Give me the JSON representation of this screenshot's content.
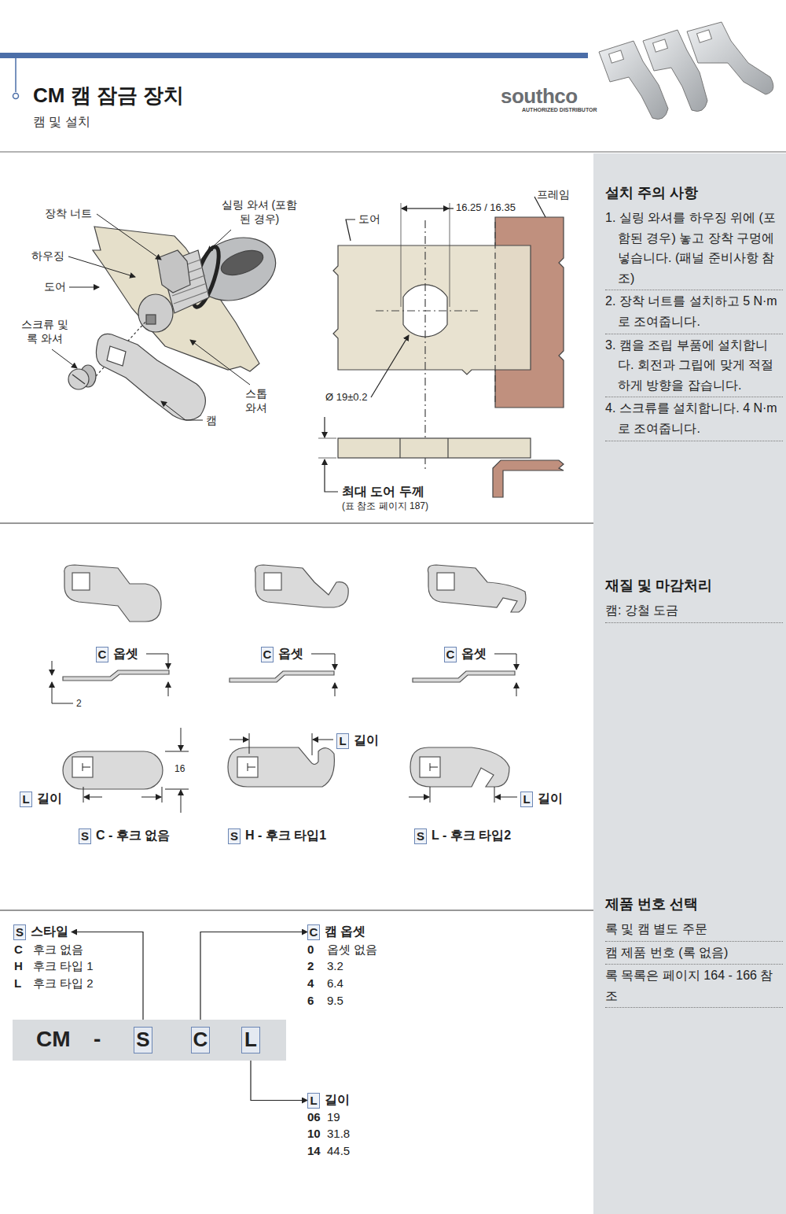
{
  "diagram": {
    "title": "CM 캠 잠금 장치",
    "nodes": [
      {
        "text": [
          "설치 주의 사항",
          "1. 실링 와셔를 하우징 위에 (포함된 경우) 놓고 장착 구멍에 넣습니다. (패널 준비사항 참조)",
          "2. 장착 너트를 설치하고 5 N·m로 조여줍니다.",
          "3. 캠을 조립 부품에 설치합니다. 회전과 그립에 맞게 적절하게 방향을 잡습니다.",
          "4. 스크류를 설치합니다. 4 N·m 로 조여줍니다.",
          "재질 및 마감처리",
          "캠: 강철 도금",
          "제품 번호 선택",
          "록 및 캠 별도 주문",
          "캠 제품 번호 (록 없음)",
          "록 목록은 페이지 164 - 166 참조"
        ]
      },
      {
        "text": [
          "C",
          "옵셋"
        ]
      },
      {
        "text": [
          "C",
          "옵셋"
        ]
      },
      {
        "text": [
          "C",
          "옵셋"
        ]
      },
      {
        "text": [
          "L",
          "길이"
        ]
      },
      {
        "text": [
          "L",
          "길이"
        ]
      },
      {
        "text": [
          "L",
          "길이"
        ]
      },
      {
        "text": [
          "S",
          "C - 후크 없음"
        ]
      },
      {
        "text": [
          "S",
          "H - 후크 타입1"
        ]
      },
      {
        "text": [
          "S",
          "L - 후크 타입2"
        ]
      },
      {
        "text": [
          "S",
          "스타일"
        ]
      },
      {
        "text": [
          "C",
          "캠 옵셋"
        ]
      },
      {
        "text": [
          "CM",
          "-"
        ]
      },
      {
        "text": [
          "S"
        ],
        "in": 12
      },
      {
        "text": [
          "C"
        ],
        "in": 12
      },
      {
        "text": [
          "L"
        ],
        "in": 12
      },
      {
        "text": [
          "L",
          "길이"
        ]
      }
    ],
    "edges": [
      {
        "from": 13,
        "to": 10,
        "arrow": "both"
      },
      {
        "from": 14,
        "to": 11,
        "arrow": "to"
      },
      {
        "from": 15,
        "to": 16,
        "arrow": "both"
      }
    ],
    "labels": [
      "캠 및 설치",
      "southco",
      "AUTHORIZED DISTRIBUTOR",
      "장착 너트",
      "하우징",
      "도어",
      "스크류 및 록 와셔",
      "실링 와셔 (포함된 경우)",
      "스톱 와셔",
      "캠",
      "도어",
      "16.25 / 16.35",
      "프레임",
      "Ø 19±0.2",
      "최대 도어 두께",
      "(표 참조 페이지 187)",
      "2",
      "16",
      "C",
      "후크 없음",
      "H",
      "후크 타입 1",
      "L",
      "후크 타입 2",
      "0",
      "옵셋 없음",
      "2",
      "3.2",
      "4",
      "6.4",
      "6",
      "9.5",
      "06",
      "19",
      "10",
      "31.8",
      "14",
      "44.5"
    ]
  }
}
